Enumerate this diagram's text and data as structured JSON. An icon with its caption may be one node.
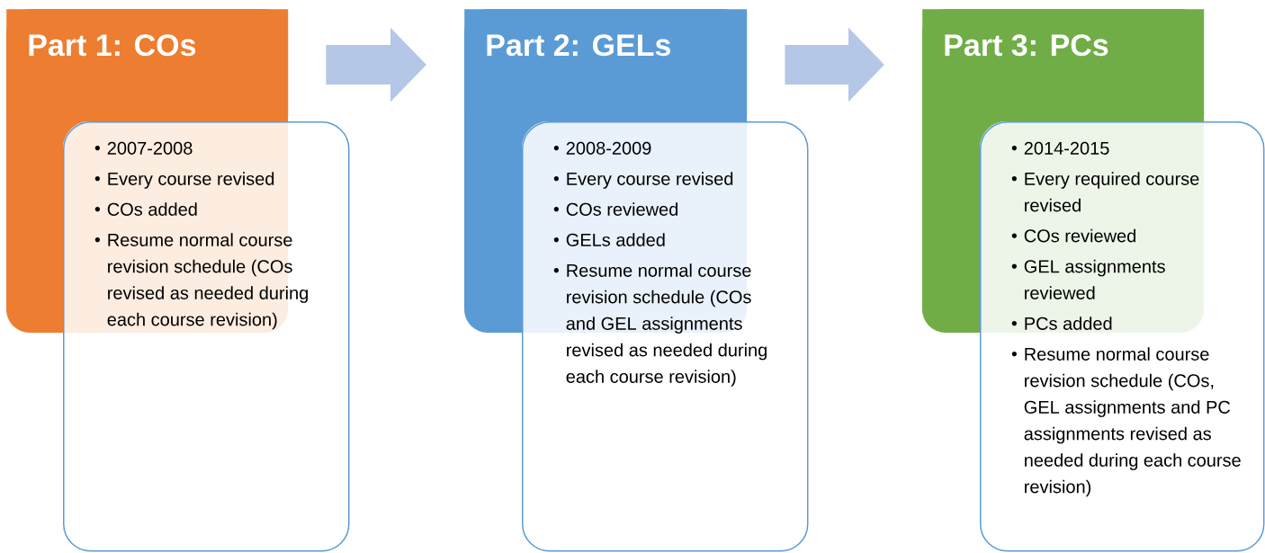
{
  "diagram": {
    "nodes": [
      {
        "text": [
          "Part 1: COs"
        ]
      },
      {
        "text": [
          "2007-2008",
          "Every course revised",
          "COs added",
          "Resume normal course revision schedule (COs revised as needed during each course revision)"
        ]
      },
      {
        "text": [
          "Part 2: GELs"
        ]
      },
      {
        "text": [
          "2008-2009",
          "Every course revised",
          "COs reviewed",
          "GELs added",
          "Resume normal course revision schedule (COs and GEL assignments revised as needed during each course revision)"
        ]
      },
      {
        "text": [
          "Part 3: PCs"
        ]
      },
      {
        "text": [
          "2014-2015",
          "Every required course revised",
          "COs reviewed",
          "GEL assignments reviewed",
          "PCs added",
          "Resume normal course revision schedule (COs, GEL assignments and PC assignments revised as needed during each course revision)"
        ]
      }
    ],
    "edges": [
      {
        "from": 0,
        "to": 2,
        "arrow": "to"
      },
      {
        "from": 2,
        "to": 4,
        "arrow": "to"
      }
    ]
  }
}
